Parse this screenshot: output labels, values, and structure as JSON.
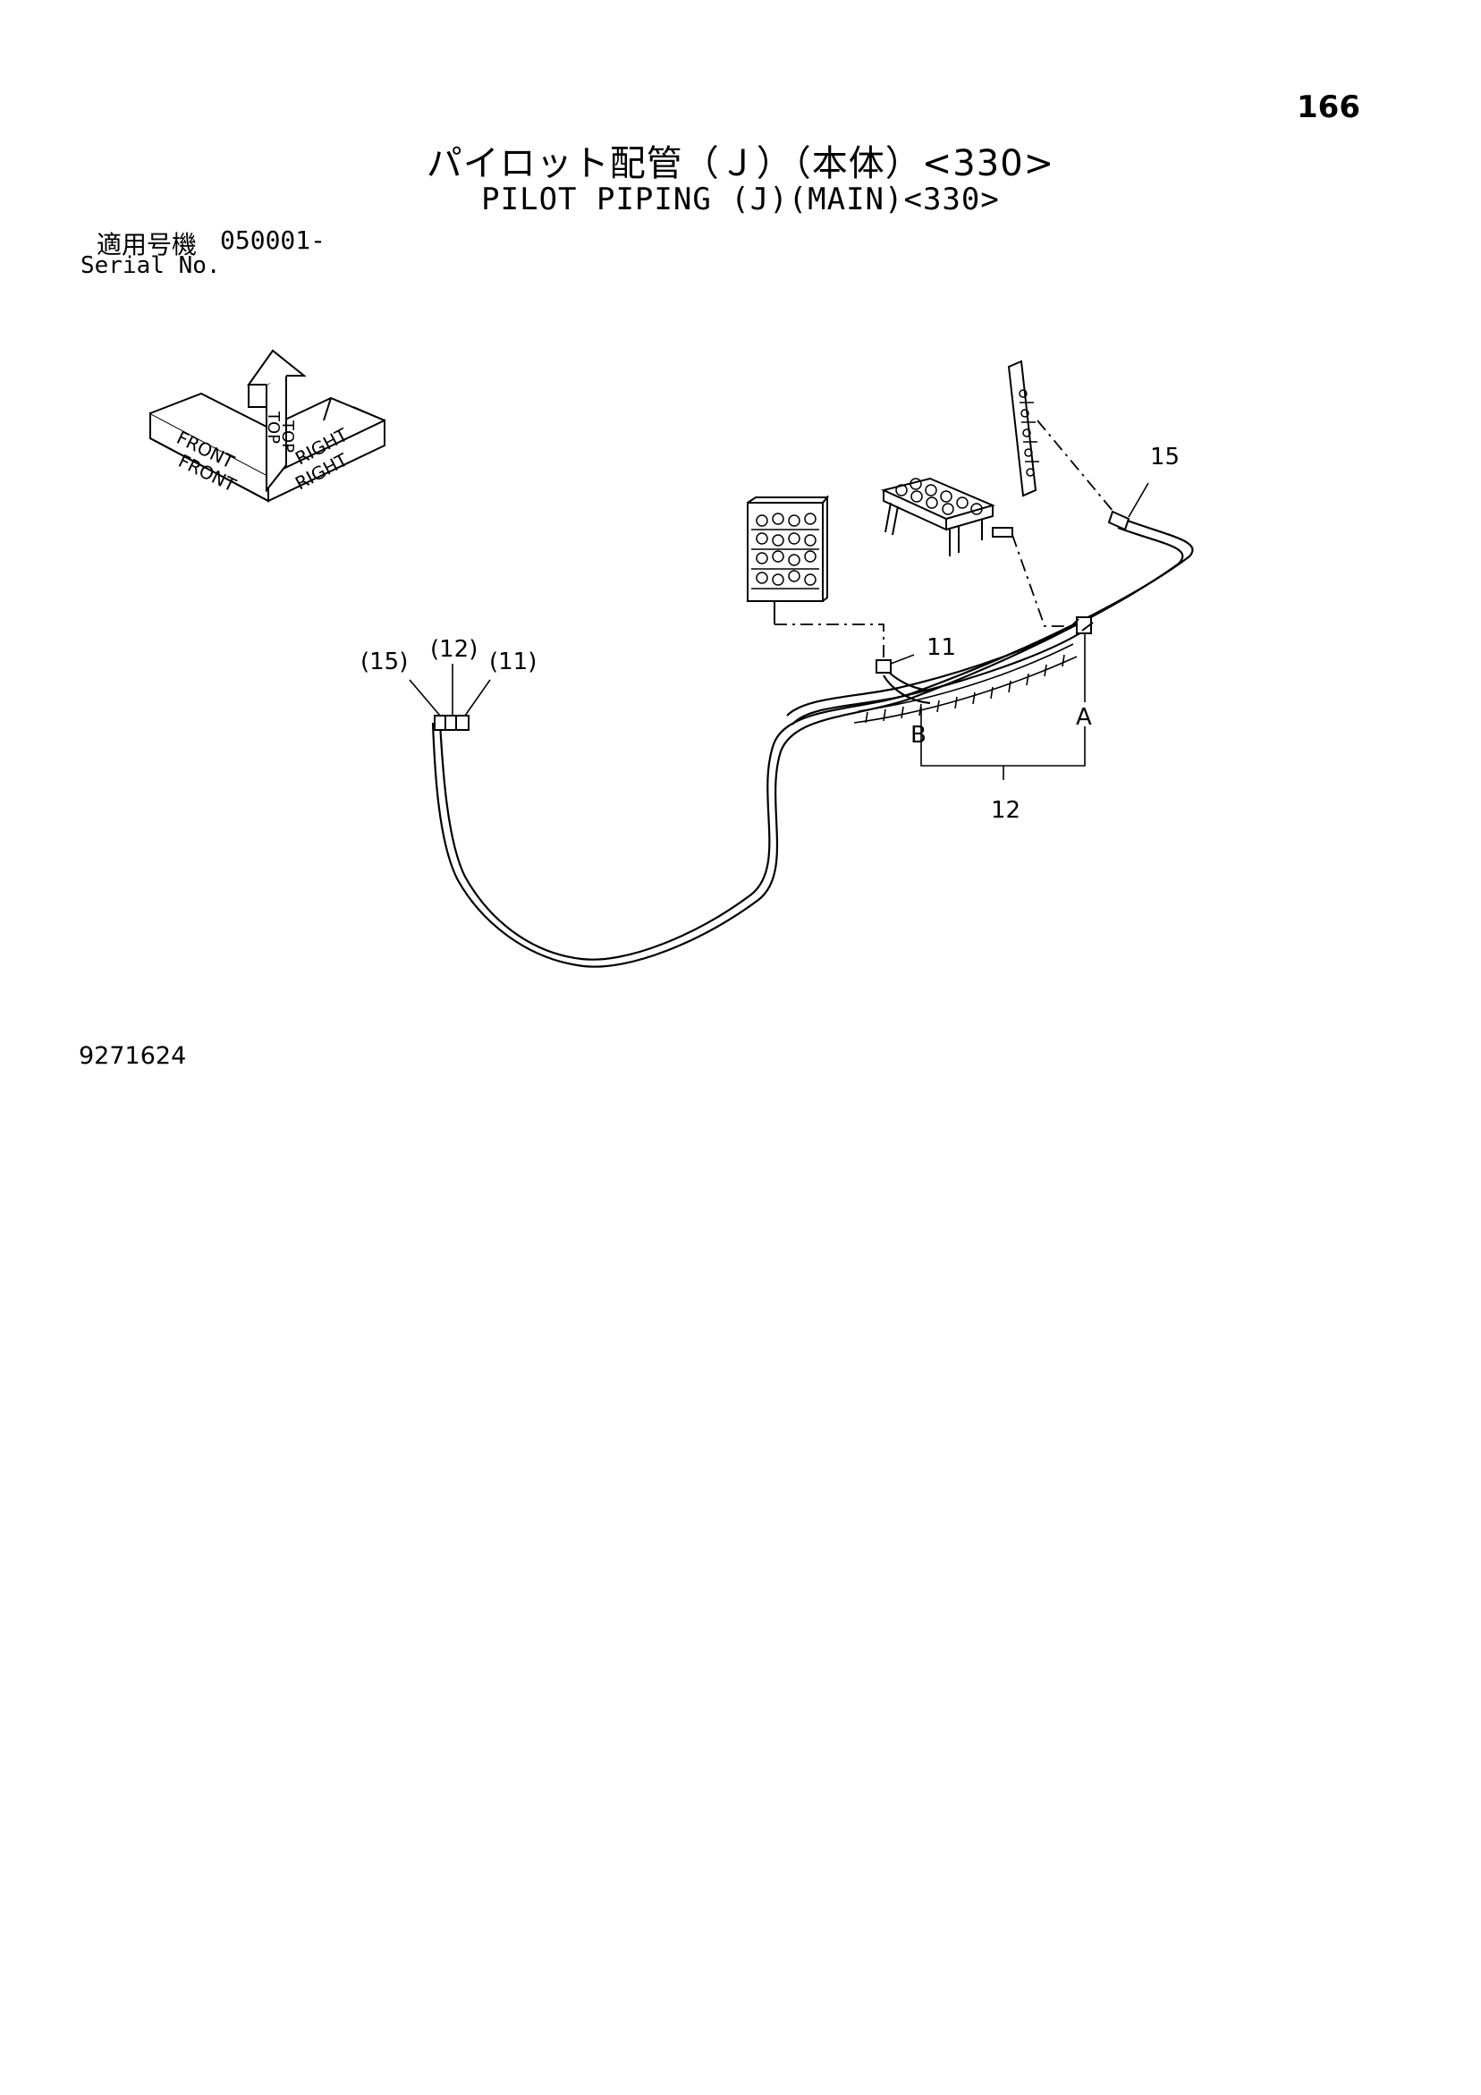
{
  "page_number": "166",
  "title_ja": "パイロット配管（Ｊ）（本体）<330>",
  "title_en": "PILOT PIPING (J)(MAIN)<330>",
  "serial": {
    "label_ja": "適用号機",
    "value": "050001-",
    "label_en": "Serial No."
  },
  "orientation": {
    "front": "FRONT",
    "top": "TOP",
    "right": "RIGHT"
  },
  "callouts": {
    "c15": "15",
    "c11": "11",
    "c12": "12",
    "a": "A",
    "b": "B",
    "p15": "(15)",
    "p12": "(12)",
    "p11": "(11)"
  },
  "doc_number": "9271624"
}
